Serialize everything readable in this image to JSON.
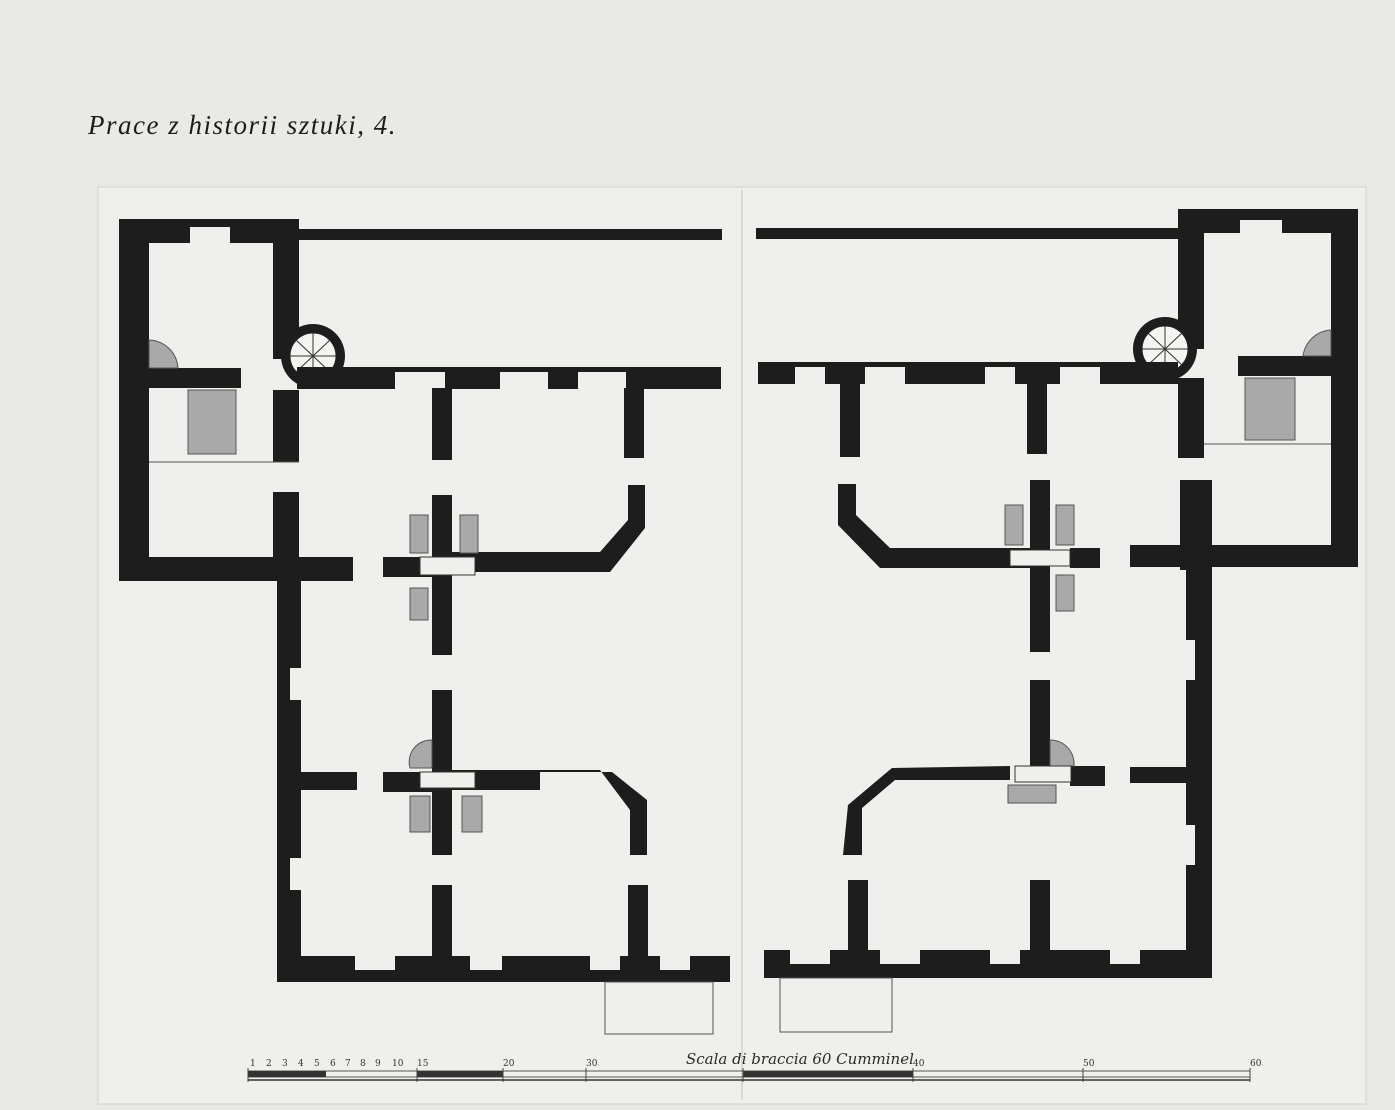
{
  "header": {
    "title": "Prace z historii sztuki, 4."
  },
  "plan": {
    "scale_caption": "Scala di braccia 60 Cumminel",
    "scale_ticks": [
      "1",
      "2",
      "3",
      "4",
      "5",
      "6",
      "7",
      "8",
      "9",
      "10",
      "15",
      "20",
      "30",
      "40",
      "50",
      "60"
    ]
  },
  "colors": {
    "paper": "#e9e9e7",
    "plate": "#efefed",
    "ink": "#1d1d1d",
    "wash": "#a9a9a9"
  }
}
